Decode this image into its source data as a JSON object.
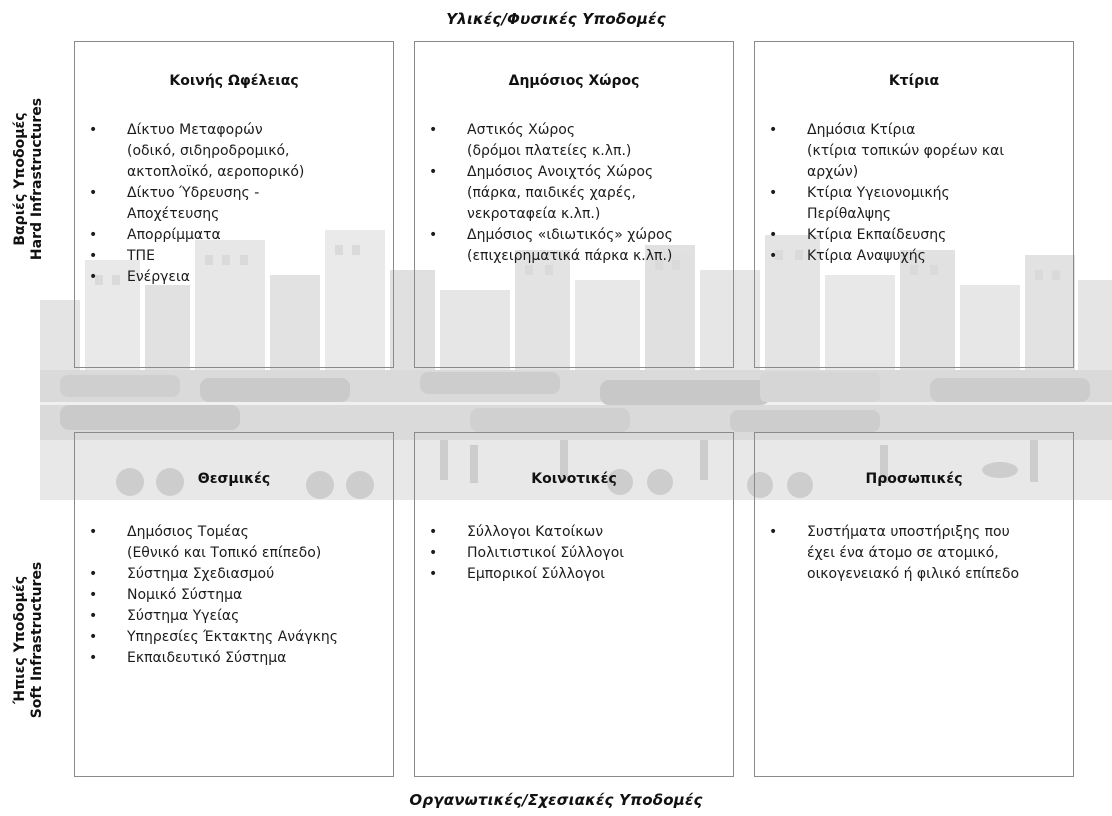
{
  "top_axis_title": "Υλικές/Φυσικές Υποδομές",
  "bottom_axis_title": "Οργανωτικές/Σχεσιακές Υποδομές",
  "hard_label": [
    "Βαριές Υποδομές",
    "Hard Infrastructures"
  ],
  "soft_label": [
    "Ήπιες Υποδομές",
    "Soft Infrastructures"
  ],
  "bullet": "•",
  "hard_boxes": [
    {
      "title": "Κοινής Ωφέλειας",
      "items": [
        "Δίκτυο Μεταφορών\n(οδικό, σιδηροδρομικό,\nακτοπλοϊκό, αεροπορικό)",
        "Δίκτυο Ύδρευσης -\nΑποχέτευσης",
        "Απορρίμματα",
        "ΤΠΕ",
        "Ενέργεια"
      ]
    },
    {
      "title": "Δημόσιος Χώρος",
      "items": [
        "Αστικός Χώρος\n(δρόμοι πλατείες κ.λπ.)",
        "Δημόσιος Ανοιχτός Χώρος\n(πάρκα, παιδικές χαρές,\nνεκροταφεία κ.λπ.)",
        "Δημόσιος «ιδιωτικός» χώρος\n(επιχειρηματικά πάρκα κ.λπ.)"
      ]
    },
    {
      "title": "Κτίρια",
      "items": [
        "Δημόσια Κτίρια\n(κτίρια τοπικών  φορέων και\nαρχών)",
        "Κτίρια Υγειονομικής\nΠερίθαλψης",
        "Κτίρια Εκπαίδευσης",
        "Κτίρια Αναψυχής"
      ]
    }
  ],
  "soft_boxes": [
    {
      "title": "Θεσμικές",
      "items": [
        "Δημόσιος Τομέας\n(Εθνικό και Τοπικό επίπεδο)",
        "Σύστημα Σχεδιασμού",
        "Νομικό Σύστημα",
        "Σύστημα Υγείας",
        "Υπηρεσίες Έκτακτης Ανάγκης",
        "Εκπαιδευτικό Σύστημα"
      ]
    },
    {
      "title": "Κοινοτικές",
      "items": [
        "Σύλλογοι Κατοίκων",
        "Πολιτιστικοί Σύλλογοι",
        "Εμπορικοί Σύλλογοι"
      ]
    },
    {
      "title": "Προσωπικές",
      "items": [
        "Συστήματα υποστήριξης που\nέχει ένα άτομο σε ατομικό,\nοικογενειακό ή φιλικό επίπεδο"
      ]
    }
  ]
}
